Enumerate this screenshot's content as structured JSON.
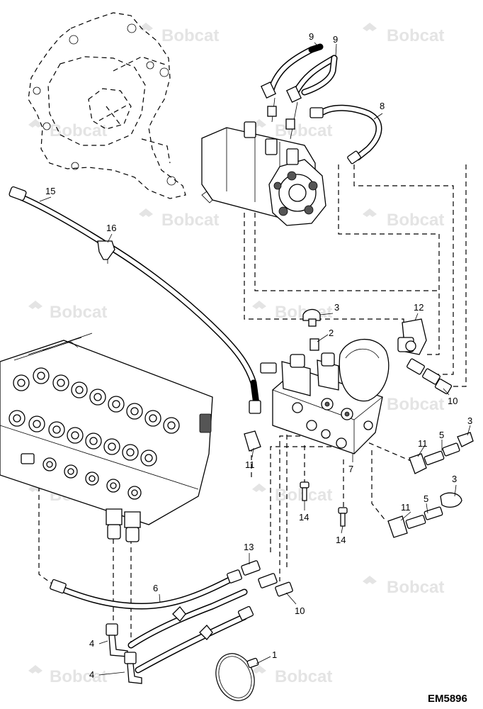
{
  "watermark": "Bobcat",
  "drawing_code": "EM5896",
  "callouts": [
    {
      "id": "c1",
      "label": "1"
    },
    {
      "id": "c2",
      "label": "2"
    },
    {
      "id": "c3a",
      "label": "3"
    },
    {
      "id": "c3b",
      "label": "3"
    },
    {
      "id": "c3c",
      "label": "3"
    },
    {
      "id": "c4a",
      "label": "4"
    },
    {
      "id": "c4b",
      "label": "4"
    },
    {
      "id": "c5a",
      "label": "5"
    },
    {
      "id": "c5b",
      "label": "5"
    },
    {
      "id": "c6",
      "label": "6"
    },
    {
      "id": "c7",
      "label": "7"
    },
    {
      "id": "c8",
      "label": "8"
    },
    {
      "id": "c9a",
      "label": "9"
    },
    {
      "id": "c9b",
      "label": "9"
    },
    {
      "id": "c10a",
      "label": "10"
    },
    {
      "id": "c10b",
      "label": "10"
    },
    {
      "id": "c11a",
      "label": "11"
    },
    {
      "id": "c11b",
      "label": "11"
    },
    {
      "id": "c11c",
      "label": "11"
    },
    {
      "id": "c12",
      "label": "12"
    },
    {
      "id": "c13",
      "label": "13"
    },
    {
      "id": "c14a",
      "label": "14"
    },
    {
      "id": "c14b",
      "label": "14"
    },
    {
      "id": "c15",
      "label": "15"
    },
    {
      "id": "c16",
      "label": "16"
    }
  ]
}
